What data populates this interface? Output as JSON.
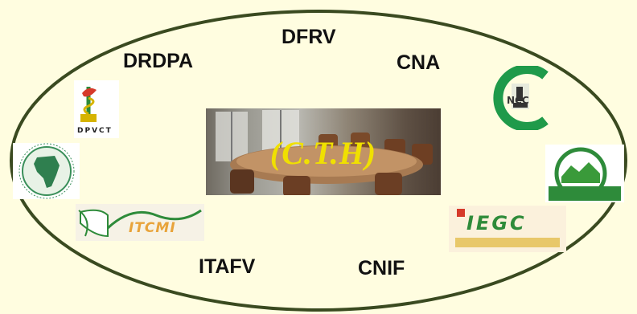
{
  "center": {
    "title": "(C.T.H)"
  },
  "labels": {
    "dfrv": "DFRV",
    "drdpa": "DRDPA",
    "cna": "CNA",
    "itafv": "ITAFV",
    "cnif": "CNIF"
  },
  "logos": {
    "dpvct": "DPVCT",
    "itcmi": "ITCMI",
    "iegc": "IEGC",
    "ncc": "NCC"
  },
  "colors": {
    "background": "#fffde0",
    "ellipse_stroke": "#3a4a20",
    "title_yellow": "#f0e000",
    "logo_green": "#2e8b3a"
  }
}
